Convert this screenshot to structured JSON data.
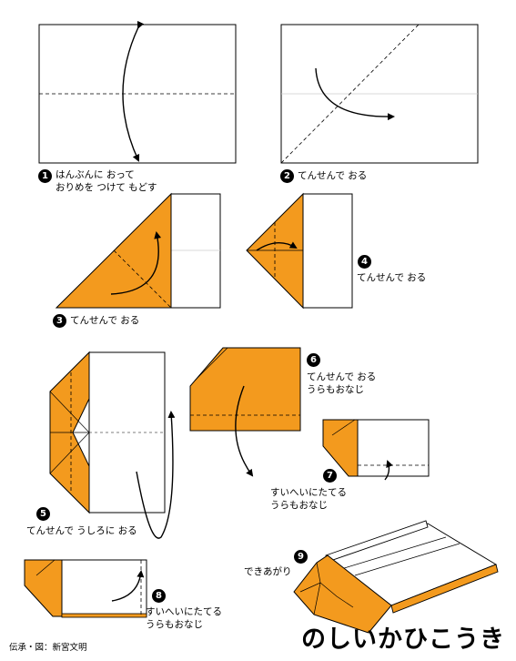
{
  "title": "のしいかひこうき",
  "credit": "伝承・図：新宮文明",
  "colors": {
    "paper": "#f39a1e",
    "paper_dark": "#d97f12",
    "outline": "#000000",
    "guide": "#cccccc"
  },
  "steps": [
    {
      "number": "1",
      "lines": [
        "はんぶんに おって",
        "おりめを つけて もどす"
      ]
    },
    {
      "number": "2",
      "lines": [
        "てんせんで おる"
      ]
    },
    {
      "number": "3",
      "lines": [
        "てんせんで おる"
      ]
    },
    {
      "number": "4",
      "lines": [
        "てんせんで おる"
      ]
    },
    {
      "number": "5",
      "lines": [
        "てんせんで うしろに おる"
      ]
    },
    {
      "number": "6",
      "lines": [
        "てんせんで おる",
        "うらもおなじ"
      ]
    },
    {
      "number": "7",
      "lines": [
        "すいへいにたてる",
        "うらもおなじ"
      ]
    },
    {
      "number": "8",
      "lines": [
        "すいへいにたてる",
        "うらもおなじ"
      ]
    },
    {
      "number": "9",
      "lines": [
        "できあがり"
      ]
    }
  ]
}
